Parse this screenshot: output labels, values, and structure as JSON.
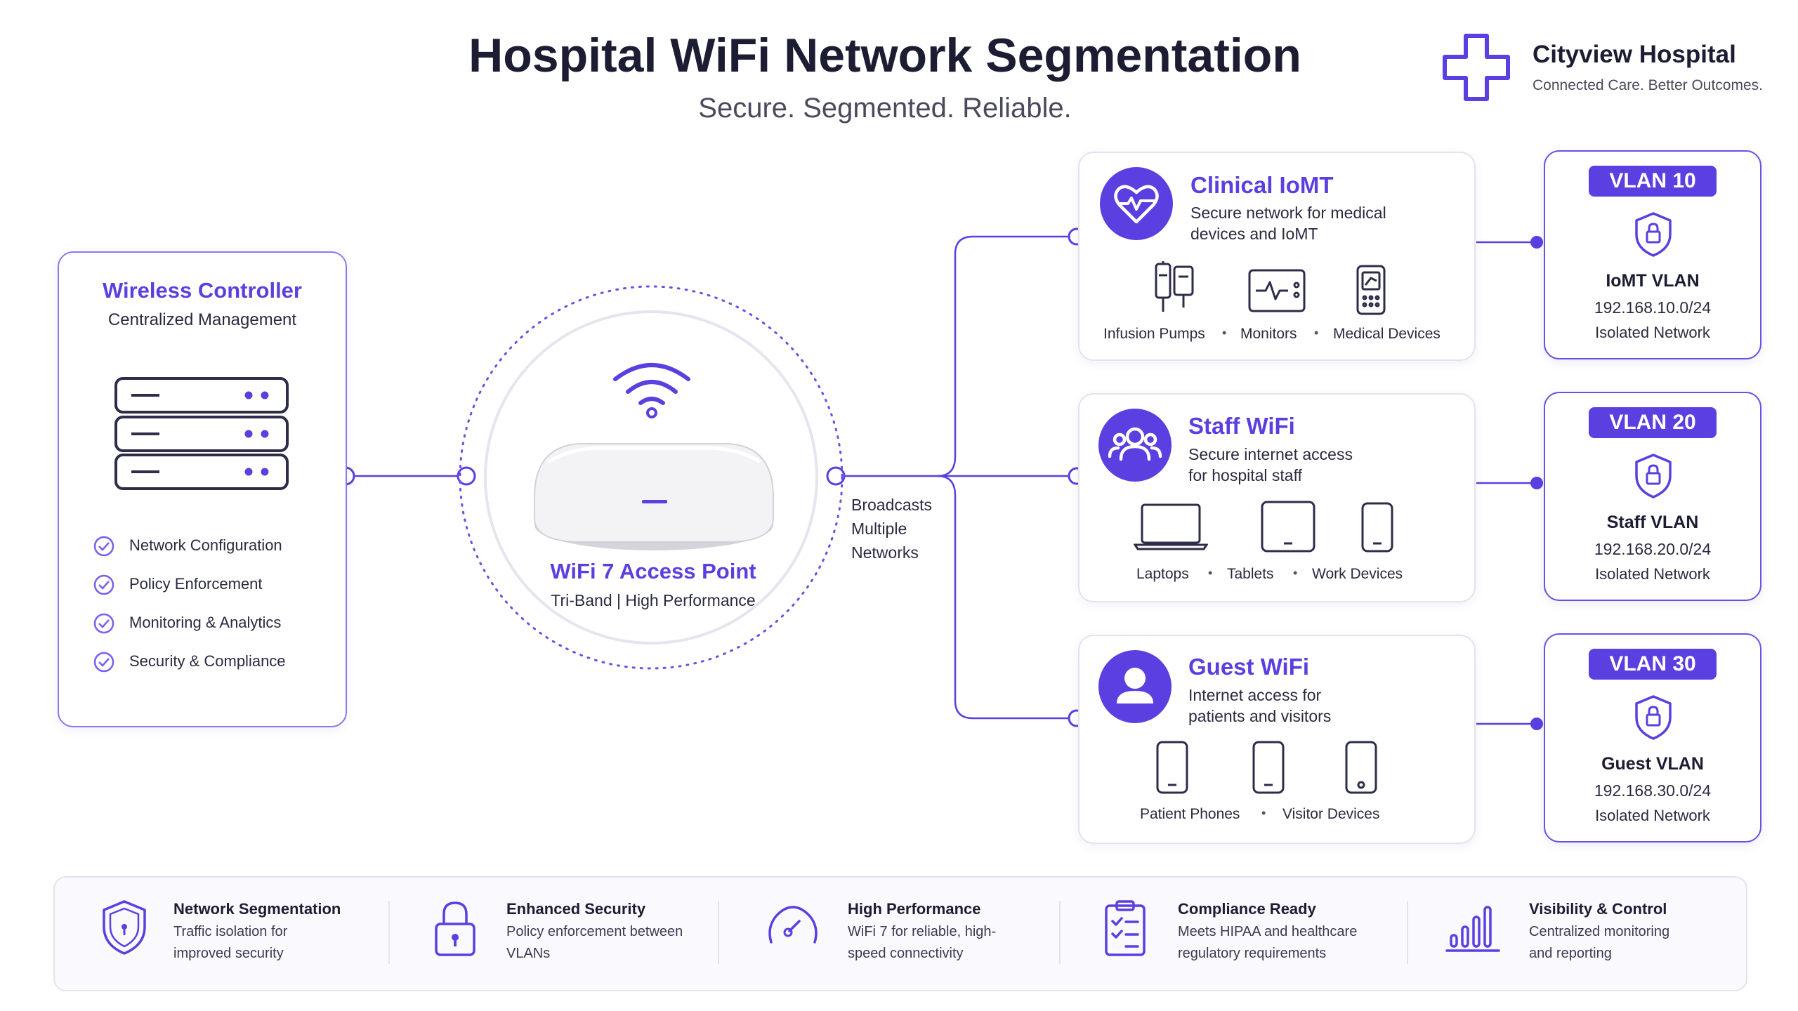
{
  "header": {
    "title": "Hospital WiFi Network Segmentation",
    "subtitle": "Secure. Segmented. Reliable."
  },
  "brand": {
    "name": "Cityview Hospital",
    "tagline": "Connected Care. Better Outcomes.",
    "icon": "medical-cross-icon"
  },
  "controller": {
    "title": "Wireless Controller",
    "subtitle": "Centralized Management",
    "icon": "server-stack-icon",
    "features": [
      "Network Configuration",
      "Policy Enforcement",
      "Monitoring & Analytics",
      "Security & Compliance"
    ]
  },
  "access_point": {
    "title": "WiFi 7 Access Point",
    "subtitle": "Tri-Band | High Performance",
    "icon": "wifi-icon"
  },
  "broadcast_label": [
    "Broadcasts",
    "Multiple",
    "Networks"
  ],
  "networks": [
    {
      "title": "Clinical IoMT",
      "desc": [
        "Secure network for medical",
        "devices and IoMT"
      ],
      "icon": "heart-pulse-icon",
      "devices": [
        "Infusion Pumps",
        "Monitors",
        "Medical Devices"
      ]
    },
    {
      "title": "Staff WiFi",
      "desc": [
        "Secure internet access",
        "for hospital staff"
      ],
      "icon": "users-icon",
      "devices": [
        "Laptops",
        "Tablets",
        "Work Devices"
      ]
    },
    {
      "title": "Guest WiFi",
      "desc": [
        "Internet access for",
        "patients and visitors"
      ],
      "icon": "user-icon",
      "devices": [
        "Patient Phones",
        "Visitor Devices"
      ]
    }
  ],
  "vlans": [
    {
      "badge": "VLAN 10",
      "name": "IoMT VLAN",
      "subnet": "192.168.10.0/24",
      "status": "Isolated Network"
    },
    {
      "badge": "VLAN 20",
      "name": "Staff VLAN",
      "subnet": "192.168.20.0/24",
      "status": "Isolated Network"
    },
    {
      "badge": "VLAN 30",
      "name": "Guest VLAN",
      "subnet": "192.168.30.0/24",
      "status": "Isolated Network"
    }
  ],
  "features": [
    {
      "title": "Network Segmentation",
      "desc": [
        "Traffic isolation for",
        "improved security"
      ],
      "icon": "shield-icon"
    },
    {
      "title": "Enhanced Security",
      "desc": [
        "Policy enforcement between",
        "VLANs"
      ],
      "icon": "padlock-icon"
    },
    {
      "title": "High Performance",
      "desc": [
        "WiFi 7 for reliable, high-",
        "speed connectivity"
      ],
      "icon": "speedometer-icon"
    },
    {
      "title": "Compliance Ready",
      "desc": [
        "Meets HIPAA and healthcare",
        "regulatory requirements"
      ],
      "icon": "clipboard-check-icon"
    },
    {
      "title": "Visibility & Control",
      "desc": [
        "Centralized monitoring",
        "and reporting"
      ],
      "icon": "bar-chart-icon"
    }
  ],
  "colors": {
    "accent": "#5b3fe0",
    "border": "#e4e2ee",
    "text": "#1c1c33"
  }
}
